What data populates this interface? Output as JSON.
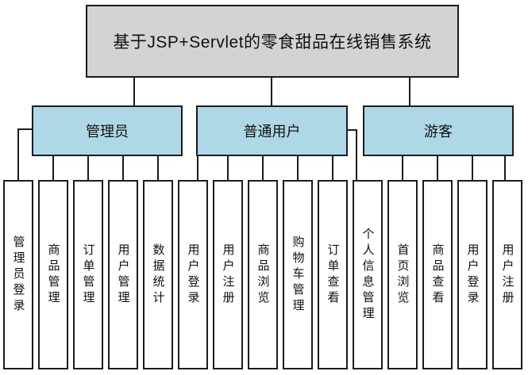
{
  "diagram": {
    "title": "基于JSP+Servlet的零食甜品在线销售系统",
    "colors": {
      "title_fill": "#d3d3d3",
      "role_fill": "#aed8e6",
      "leaf_fill": "#ffffff",
      "border": "#1c1c1c",
      "line": "#1c1c1c"
    },
    "roles": [
      {
        "label": "管理员",
        "children": [
          "管理员登录",
          "商品管理",
          "订单管理",
          "用户管理",
          "数据统计"
        ]
      },
      {
        "label": "普通用户",
        "children": [
          "用户登录",
          "用户注册",
          "商品浏览",
          "购物车管理",
          "订单查看",
          "个人信息管理"
        ]
      },
      {
        "label": "游客",
        "children": [
          "首页浏览",
          "商品查看",
          "用户登录",
          "用户注册"
        ]
      }
    ]
  }
}
